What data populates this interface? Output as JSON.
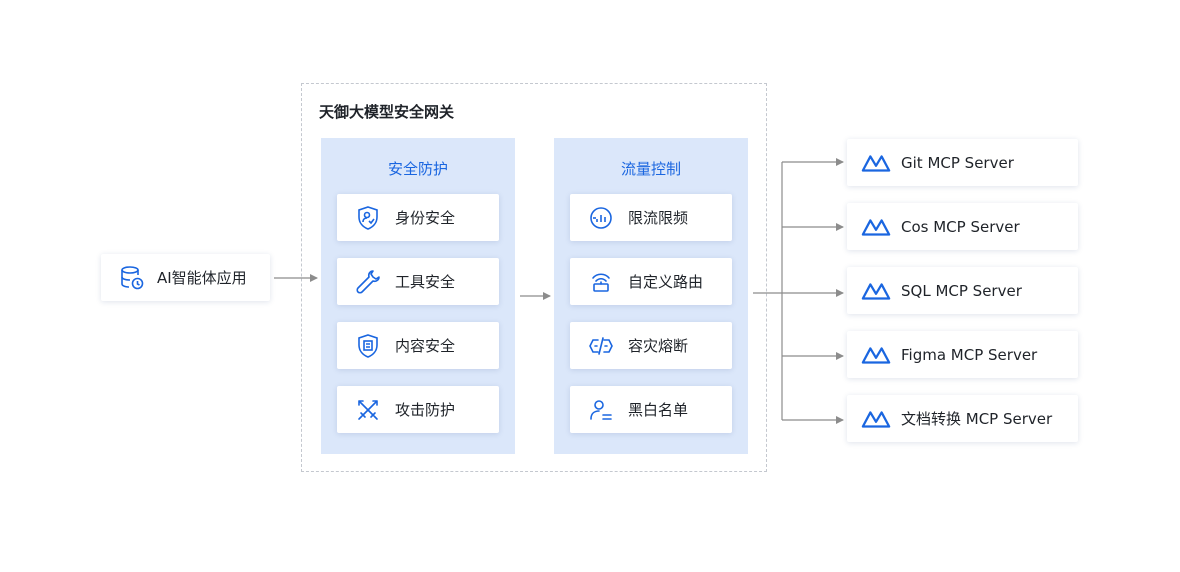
{
  "source": {
    "label": "AI智能体应用",
    "icon": "database-agent-icon"
  },
  "gateway": {
    "title": "天御大模型安全网关",
    "security": {
      "title": "安全防护",
      "items": [
        {
          "label": "身份安全",
          "icon": "identity-shield-icon"
        },
        {
          "label": "工具安全",
          "icon": "wrench-icon"
        },
        {
          "label": "内容安全",
          "icon": "content-shield-icon"
        },
        {
          "label": "攻击防护",
          "icon": "crossed-swords-icon"
        }
      ]
    },
    "traffic": {
      "title": "流量控制",
      "items": [
        {
          "label": "限流限频",
          "icon": "rate-limit-icon"
        },
        {
          "label": "自定义路由",
          "icon": "router-icon"
        },
        {
          "label": "容灾熔断",
          "icon": "circuit-breaker-icon"
        },
        {
          "label": "黑白名单",
          "icon": "user-list-icon"
        }
      ]
    }
  },
  "servers": [
    {
      "label": "Git MCP Server",
      "icon": "mcp-logo-icon"
    },
    {
      "label": "Cos MCP Server",
      "icon": "mcp-logo-icon"
    },
    {
      "label": "SQL MCP Server",
      "icon": "mcp-logo-icon"
    },
    {
      "label": "Figma MCP Server",
      "icon": "mcp-logo-icon"
    },
    {
      "label": "文档转换 MCP Server",
      "icon": "mcp-logo-icon"
    }
  ],
  "colors": {
    "accent": "#1a66e0",
    "panel": "#dbe7fa",
    "arrow": "#8c8c8c",
    "dashed_border": "#c4c8cf"
  }
}
